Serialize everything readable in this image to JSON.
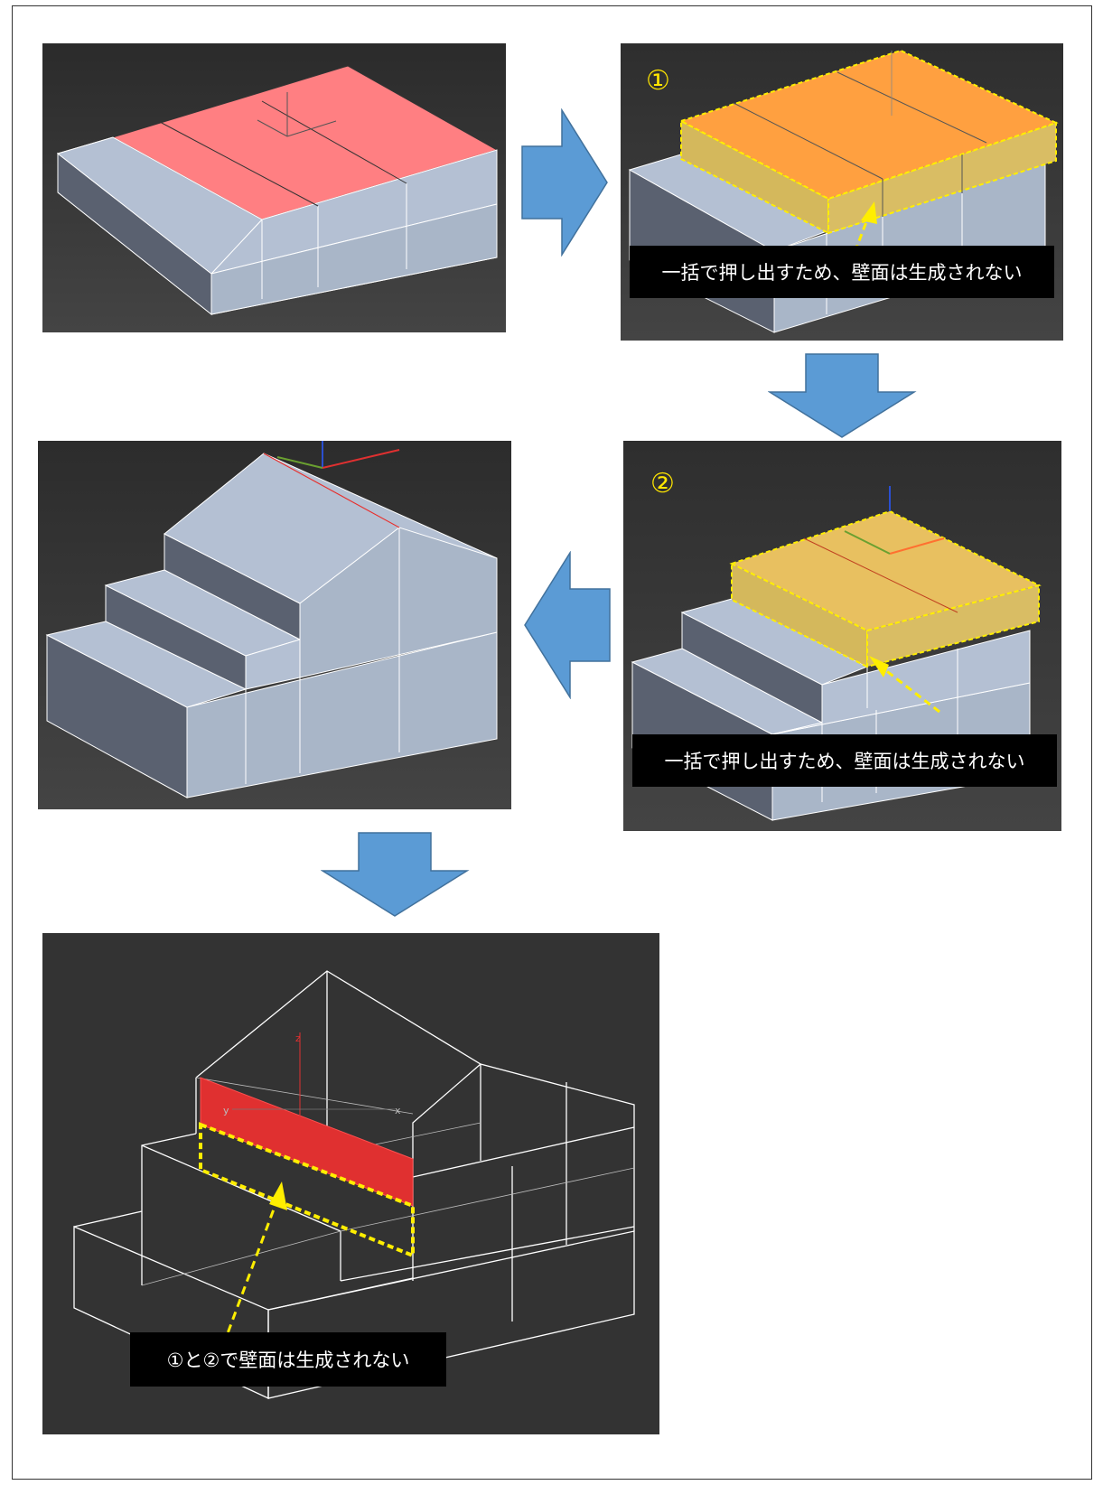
{
  "panels": {
    "p1": {
      "name": "initial-box"
    },
    "p2": {
      "step_label": "①",
      "caption": "一括で押し出すため、壁面は生成されない"
    },
    "p3": {
      "step_label": "②",
      "caption": "一括で押し出すため、壁面は生成されない"
    },
    "p4": {
      "name": "result-stepped-house"
    },
    "p5": {
      "caption": "①と②で壁面は生成されない"
    }
  },
  "axis_labels": {
    "x": "x",
    "y": "y",
    "z": "z"
  },
  "colors": {
    "viewport_bg": "#3a3a3a",
    "selected_face_red": "#ff7f82",
    "extrude_orange": "#ffa040",
    "extrude_yellow": "#e8c060",
    "box_top": "#b4c0d3",
    "box_side_dark": "#5a6170",
    "box_side_light": "#a9b6c8",
    "flow_arrow": "#5b9bd5",
    "highlight_red": "#e03030",
    "dash_yellow": "#ffee00"
  }
}
